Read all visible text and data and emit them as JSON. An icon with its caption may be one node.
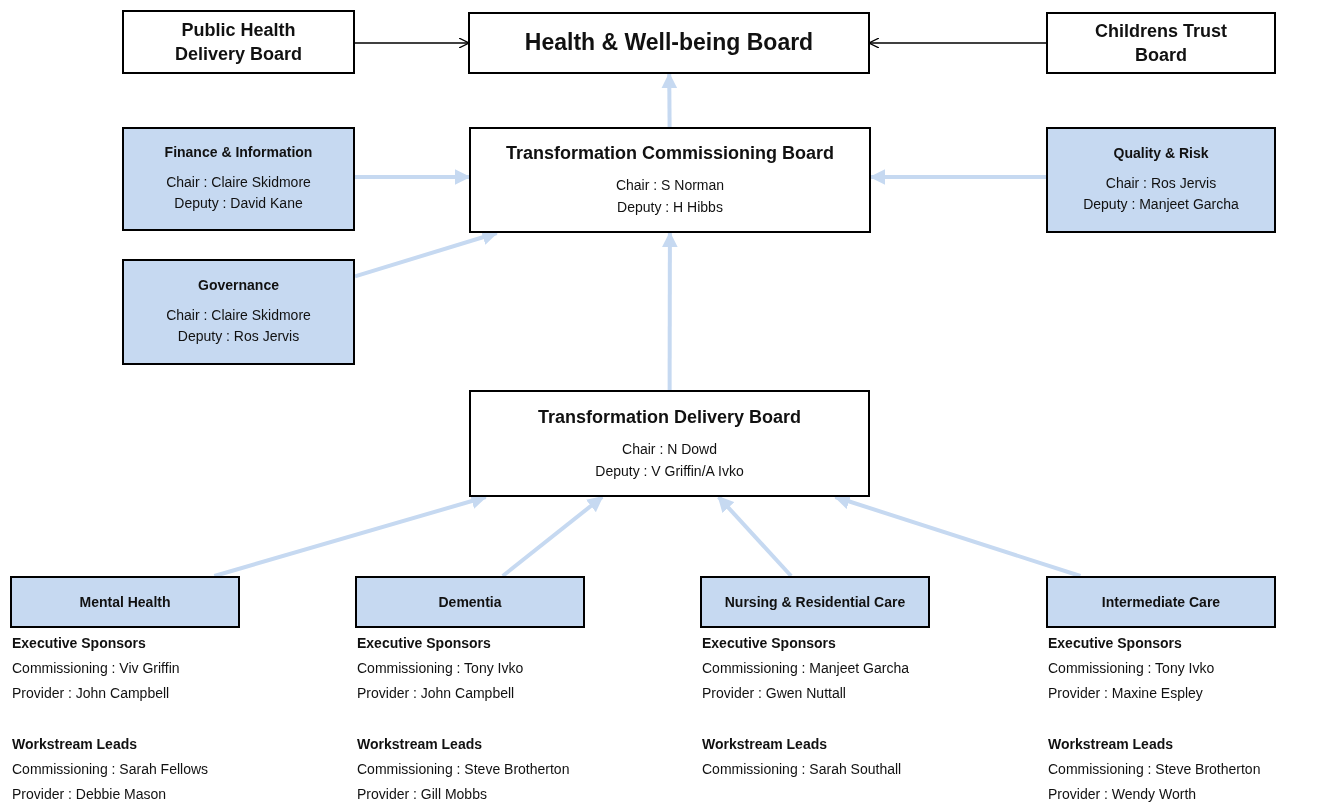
{
  "diagram": {
    "nodes": [
      {
        "text": [
          "Public Health Delivery Board"
        ]
      },
      {
        "text": [
          "Health & Well-being Board"
        ]
      },
      {
        "text": [
          "Childrens Trust Board"
        ]
      },
      {
        "text": [
          "Finance & Information",
          "Chair : Claire Skidmore",
          "Deputy : David Kane"
        ]
      },
      {
        "text": [
          "Transformation Commissioning Board",
          "Chair : S Norman",
          "Deputy : H Hibbs"
        ]
      },
      {
        "text": [
          "Quality & Risk",
          "Chair : Ros Jervis",
          "Deputy : Manjeet Garcha"
        ]
      },
      {
        "text": [
          "Governance",
          "Chair : Claire Skidmore",
          "Deputy : Ros Jervis"
        ]
      },
      {
        "text": [
          "Transformation Delivery Board",
          "Chair : N Dowd",
          "Deputy : V Griffin/A Ivko"
        ]
      },
      {
        "text": [
          "Mental Health"
        ],
        "beside": [
          "Executive Sponsors",
          "Commissioning : Viv Griffin",
          "Provider : John Campbell",
          "Workstream Leads",
          "Commissioning : Sarah Fellows",
          "Provider : Debbie Mason"
        ]
      },
      {
        "text": [
          "Dementia"
        ],
        "beside": [
          "Executive Sponsors",
          "Commissioning : Tony Ivko",
          "Provider : John Campbell",
          "Workstream Leads",
          "Commissioning : Steve Brotherton",
          "Provider : Gill Mobbs"
        ]
      },
      {
        "text": [
          "Nursing & Residential Care"
        ],
        "beside": [
          "Executive Sponsors",
          "Commissioning : Manjeet Garcha",
          "Provider : Gwen Nuttall",
          "Workstream Leads",
          "Commissioning : Sarah Southall"
        ]
      },
      {
        "text": [
          "Intermediate Care"
        ],
        "beside": [
          "Executive Sponsors",
          "Commissioning : Tony Ivko",
          "Provider : Maxine Espley",
          "Workstream Leads",
          "Commissioning : Steve Brotherton",
          "Provider : Wendy Worth"
        ]
      }
    ],
    "edges": [
      {
        "from": 0,
        "to": 1,
        "arrow": "to",
        "color": "#000000"
      },
      {
        "from": 2,
        "to": 1,
        "arrow": "to",
        "color": "#000000"
      },
      {
        "from": 4,
        "to": 1,
        "arrow": "to"
      },
      {
        "from": 3,
        "to": 4,
        "arrow": "to"
      },
      {
        "from": 5,
        "to": 4,
        "arrow": "to"
      },
      {
        "from": 6,
        "to": 4,
        "arrow": "to"
      },
      {
        "from": 7,
        "to": 4,
        "arrow": "to"
      },
      {
        "from": 8,
        "to": 7,
        "arrow": "to"
      },
      {
        "from": 9,
        "to": 7,
        "arrow": "to"
      },
      {
        "from": 10,
        "to": 7,
        "arrow": "to"
      },
      {
        "from": 11,
        "to": 7,
        "arrow": "to"
      }
    ]
  }
}
